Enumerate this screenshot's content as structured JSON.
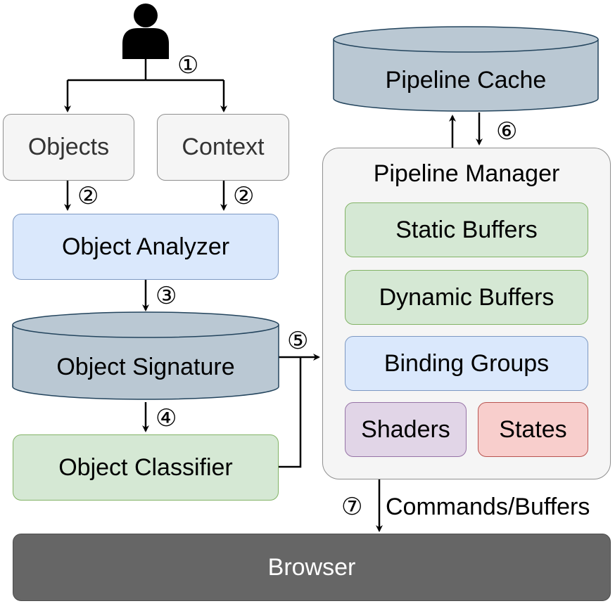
{
  "nodes": {
    "objects": "Objects",
    "context": "Context",
    "object_analyzer": "Object Analyzer",
    "object_signature": "Object Signature",
    "object_classifier": "Object Classifier",
    "pipeline_cache": "Pipeline Cache",
    "pipeline_manager": "Pipeline Manager",
    "static_buffers": "Static Buffers",
    "dynamic_buffers": "Dynamic Buffers",
    "binding_groups": "Binding Groups",
    "shaders": "Shaders",
    "states": "States",
    "browser": "Browser"
  },
  "edges": {
    "commands_label": "Commands/Buffers"
  },
  "steps": {
    "s1": "①",
    "s2": "②",
    "s3": "③",
    "s4": "④",
    "s5": "⑤",
    "s6": "⑥",
    "s7": "⑦"
  },
  "icons": {
    "user": "user-icon"
  },
  "colors": {
    "gray_fill": "#f5f5f5",
    "blue_fill": "#dae8fc",
    "green_fill": "#d5e8d4",
    "purple_fill": "#e1d5e7",
    "red_fill": "#f8cecc",
    "cylinder_fill": "#bac8d3",
    "browser_fill": "#666666"
  }
}
